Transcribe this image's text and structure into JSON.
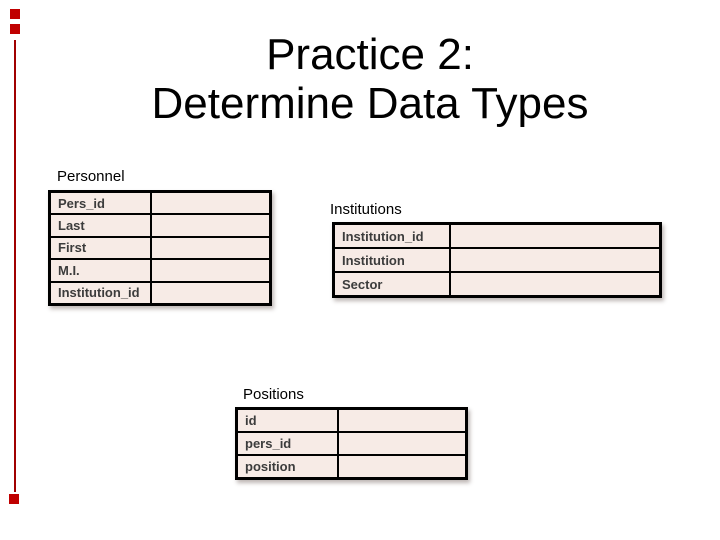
{
  "slide": {
    "title_line1": "Practice 2:",
    "title_line2": "Determine Data Types"
  },
  "tables": {
    "personnel": {
      "label": "Personnel",
      "rows": [
        "Pers_id",
        "Last",
        "First",
        "M.I.",
        "Institution_id"
      ]
    },
    "institutions": {
      "label": "Institutions",
      "rows": [
        "Institution_id",
        "Institution",
        "Sector"
      ]
    },
    "positions": {
      "label": "Positions",
      "rows": [
        "id",
        "pers_id",
        "position"
      ]
    }
  },
  "colors": {
    "accent_red": "#c00000",
    "accent_line_red": "#a00000",
    "cell_fill": "#f7ebe6",
    "cell_text": "#3c3c3c",
    "table_border": "#000000",
    "title_text": "#000000",
    "background": "#ffffff"
  }
}
